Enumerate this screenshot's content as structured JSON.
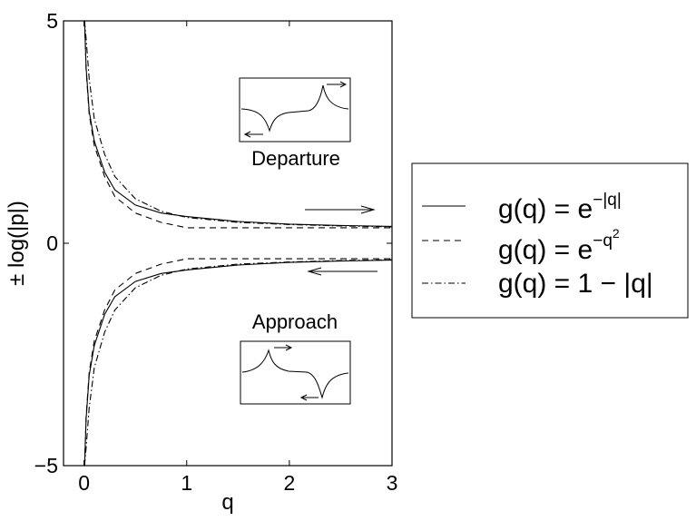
{
  "chart_data": {
    "type": "line",
    "title": "",
    "xlabel": "q",
    "ylabel": "± log(|p|)",
    "xlim": [
      -0.2,
      3
    ],
    "ylim": [
      -5,
      5
    ],
    "xticks": [
      "0",
      "1",
      "2",
      "3"
    ],
    "yticks": [
      "−5",
      "0",
      "5"
    ],
    "grid": false,
    "legend_position": "right, outside plot",
    "series": [
      {
        "name": "g(q) = e^{−|q|}",
        "style": "solid",
        "branches": {
          "upper": [
            [
              0.005,
              5.0
            ],
            [
              0.02,
              3.95
            ],
            [
              0.05,
              2.97
            ],
            [
              0.1,
              2.3
            ],
            [
              0.2,
              1.6
            ],
            [
              0.3,
              1.2
            ],
            [
              0.5,
              0.86
            ],
            [
              0.75,
              0.68
            ],
            [
              1.0,
              0.6
            ],
            [
              1.5,
              0.49
            ],
            [
              2.0,
              0.43
            ],
            [
              2.5,
              0.4
            ],
            [
              3.0,
              0.38
            ]
          ],
          "lower": [
            [
              0.005,
              -5.0
            ],
            [
              0.02,
              -3.95
            ],
            [
              0.05,
              -2.97
            ],
            [
              0.1,
              -2.3
            ],
            [
              0.2,
              -1.6
            ],
            [
              0.3,
              -1.2
            ],
            [
              0.5,
              -0.86
            ],
            [
              0.75,
              -0.68
            ],
            [
              1.0,
              -0.6
            ],
            [
              1.5,
              -0.49
            ],
            [
              2.0,
              -0.43
            ],
            [
              2.5,
              -0.4
            ],
            [
              3.0,
              -0.38
            ]
          ]
        }
      },
      {
        "name": "g(q) = e^{−q²}",
        "style": "dashed",
        "branches": {
          "upper": [
            [
              0.005,
              5.0
            ],
            [
              0.02,
              3.9
            ],
            [
              0.05,
              2.9
            ],
            [
              0.1,
              2.2
            ],
            [
              0.2,
              1.5
            ],
            [
              0.3,
              1.05
            ],
            [
              0.5,
              0.68
            ],
            [
              0.75,
              0.47
            ],
            [
              1.0,
              0.35
            ],
            [
              3.0,
              0.35
            ]
          ],
          "lower": [
            [
              0.005,
              -5.0
            ],
            [
              0.02,
              -3.9
            ],
            [
              0.05,
              -2.9
            ],
            [
              0.1,
              -2.2
            ],
            [
              0.2,
              -1.5
            ],
            [
              0.3,
              -1.05
            ],
            [
              0.5,
              -0.68
            ],
            [
              0.75,
              -0.47
            ],
            [
              1.0,
              -0.35
            ],
            [
              3.0,
              -0.35
            ]
          ]
        }
      },
      {
        "name": "g(q) = 1 − |q|",
        "style": "dashdot",
        "branches": {
          "upper": [
            [
              0.005,
              5.0
            ],
            [
              0.02,
              4.6
            ],
            [
              0.05,
              3.7
            ],
            [
              0.1,
              2.8
            ],
            [
              0.2,
              2.0
            ],
            [
              0.3,
              1.5
            ],
            [
              0.5,
              1.0
            ],
            [
              0.75,
              0.72
            ],
            [
              1.0,
              0.58
            ],
            [
              1.5,
              0.47
            ],
            [
              2.0,
              0.42
            ],
            [
              2.5,
              0.39
            ],
            [
              3.0,
              0.37
            ]
          ],
          "lower": [
            [
              0.005,
              -5.0
            ],
            [
              0.02,
              -4.6
            ],
            [
              0.05,
              -3.7
            ],
            [
              0.1,
              -2.8
            ],
            [
              0.2,
              -2.0
            ],
            [
              0.3,
              -1.5
            ],
            [
              0.5,
              -1.0
            ],
            [
              0.75,
              -0.72
            ],
            [
              1.0,
              -0.58
            ],
            [
              1.5,
              -0.47
            ],
            [
              2.0,
              -0.42
            ],
            [
              2.5,
              -0.39
            ],
            [
              3.0,
              -0.37
            ]
          ]
        }
      }
    ],
    "annotations": {
      "departure_label": "Departure",
      "approach_label": "Approach",
      "arrow_upper": "right",
      "arrow_lower": "left"
    },
    "legend": {
      "entries": [
        {
          "base": "g(q) = e",
          "sup": "−|q|",
          "style": "solid"
        },
        {
          "base": "g(q) = e",
          "sup": "−q",
          "sup2": "2",
          "style": "dashed"
        },
        {
          "base": "g(q) = 1 − |q|",
          "style": "dashdot"
        }
      ]
    }
  }
}
